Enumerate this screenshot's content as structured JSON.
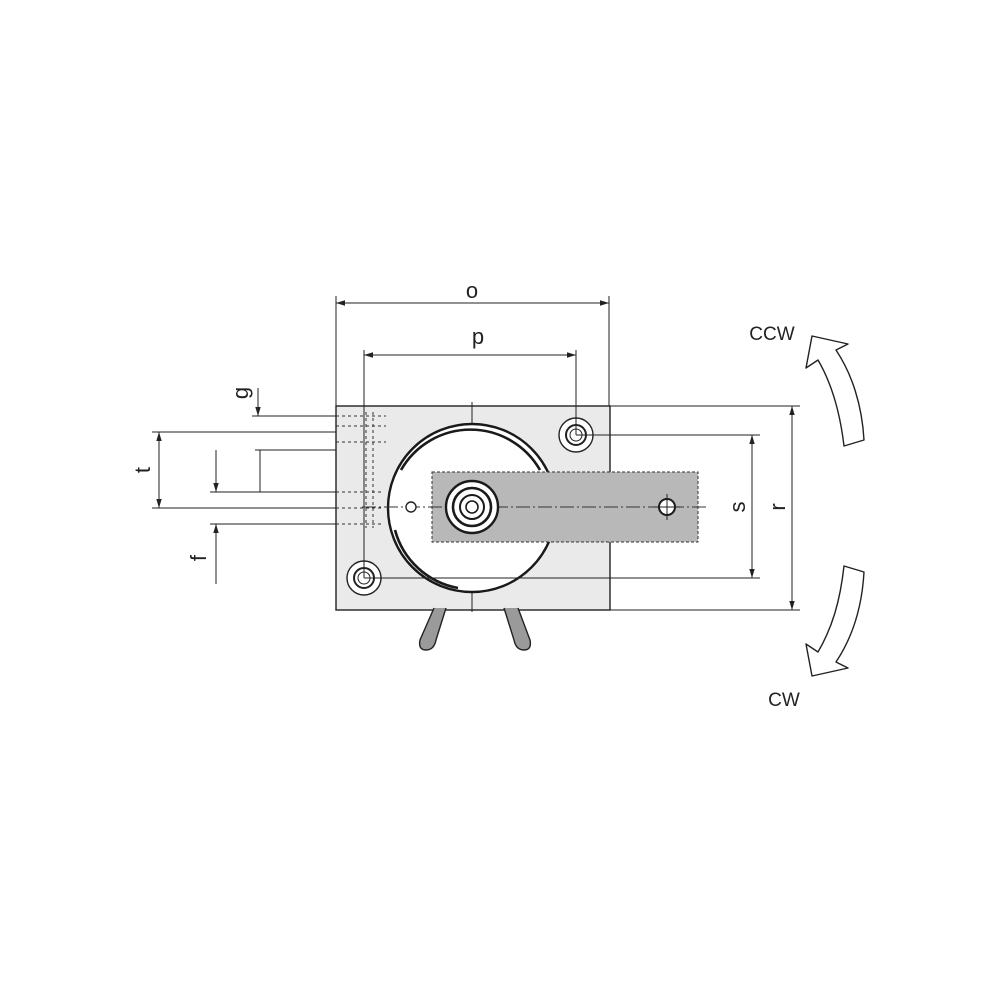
{
  "dimensions": {
    "o": "o",
    "p": "p",
    "g": "g",
    "t": "t",
    "f": "f",
    "s": "s",
    "r": "r"
  },
  "rotation": {
    "ccw": "CCW",
    "cw": "CW"
  },
  "colors": {
    "line": "#222222",
    "body_fill": "#eaeaea",
    "slot_fill": "#b8b8b8",
    "arrow_fill": "#ffffff"
  }
}
